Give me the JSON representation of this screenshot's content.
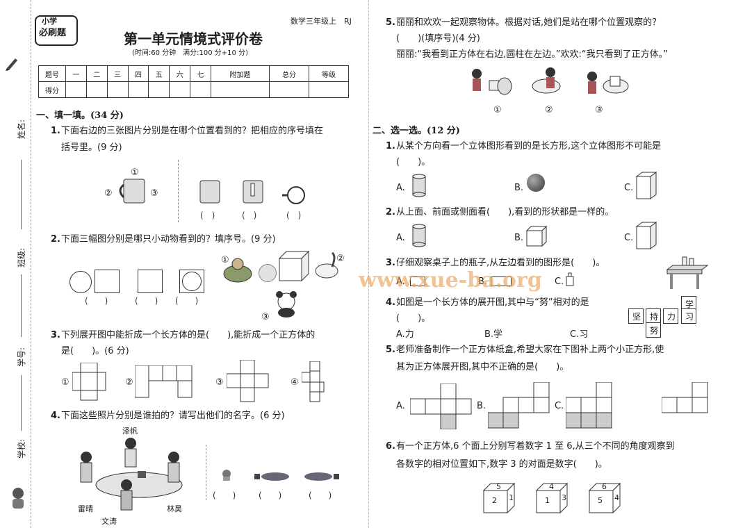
{
  "header": {
    "logo_line1": "小学",
    "logo_line2": "必刷题",
    "subject": "数学三年级上　RJ",
    "title": "第一单元情境式评价卷",
    "subtitle": "(时间:60 分钟　满分:100 分+10 分)"
  },
  "side": {
    "name": "姓名:",
    "class": "班级:",
    "id": "学号:",
    "school": "学校:"
  },
  "score_table": {
    "row1": [
      "题号",
      "一",
      "二",
      "三",
      "四",
      "五",
      "六",
      "七",
      "附加题",
      "总分",
      "等级"
    ],
    "row2_label": "得分"
  },
  "section1": {
    "heading": "一、填一填。(34 分)",
    "q1": {
      "num": "1.",
      "text1": "下面右边的三张图片分别是在哪个位置看到的？把相应的序号填在",
      "text2": "括号里。(9 分)",
      "m1": "①",
      "m2": "②",
      "m3": "③",
      "blank": "(　)"
    },
    "q2": {
      "num": "2.",
      "text": "下面三幅图分别是哪只小动物看到的？填序号。(9 分)",
      "blank": "(　　)",
      "m1": "①",
      "m2": "②",
      "m3": "③"
    },
    "q3": {
      "num": "3.",
      "text1": "下列展开图中能折成一个长方体的是(　　),能折成一个正方体的",
      "text2": "是(　　)。(6 分)",
      "l1": "①",
      "l2": "②",
      "l3": "③",
      "l4": "④"
    },
    "q4": {
      "num": "4.",
      "text": "下面这些照片分别是谁拍的？请写出他们的名字。(6 分)",
      "n1": "泽帆",
      "n2": "雷晴",
      "n3": "林昊",
      "n4": "文涛",
      "blank": "(　　)"
    }
  },
  "right": {
    "q5": {
      "num": "5.",
      "text1": "丽丽和欢欢一起观察物体。根据对话,她们是站在哪个位置观察的？",
      "text2": "(　　)(填序号)(4 分)",
      "text3": "丽丽:“我看到正方体在右边,圆柱在左边。”欢欢:“我只看到了正方体。”",
      "m1": "①",
      "m2": "②",
      "m3": "③"
    },
    "section2": {
      "heading": "二、选一选。(12 分)",
      "q1": {
        "num": "1.",
        "text1": "从某个方向看一个立体图形看到的是长方形,这个立体图形不可能是",
        "text2": "(　　)。",
        "a": "A.",
        "b": "B.",
        "c": "C."
      },
      "q2": {
        "num": "2.",
        "text": "从上面、前面或侧面看(　　),看到的形状都是一样的。",
        "a": "A.",
        "b": "B.",
        "c": "C."
      },
      "q3": {
        "num": "3.",
        "text": "仔细观察桌子上的瓶子,从左边看到的图形是(　　)。",
        "a": "A.",
        "b": "B.",
        "c": "C."
      },
      "q4": {
        "num": "4.",
        "text1": "如图是一个长方体的展开图,其中与“努”相对的是",
        "text2": "(　　)。",
        "a": "A.力",
        "b": "B.学",
        "c": "C.习",
        "net": [
          "学",
          "坚",
          "持",
          "力",
          "习",
          "努"
        ]
      },
      "q5": {
        "num": "5.",
        "text1": "老师准备制作一个正方体纸盒,希望大家在下图补上两个小正方形,使",
        "text2": "其为正方体展开图,其中不正确的是(　　)。",
        "a": "A.",
        "b": "B.",
        "c": "C."
      },
      "q6": {
        "num": "6.",
        "text1": "有一个正方体,6 个面上分别写着数字 1 至 6,从三个不同的角度观察到",
        "text2": "各数字的相对位置如下,数字 3 的对面是数字(　　)。",
        "cubes": [
          {
            "top": "5",
            "front": "2",
            "side": "1"
          },
          {
            "top": "4",
            "front": "1",
            "side": "3"
          },
          {
            "top": "6",
            "front": "5",
            "side": "4"
          }
        ]
      }
    }
  },
  "watermark": "www.xue-ba.org"
}
